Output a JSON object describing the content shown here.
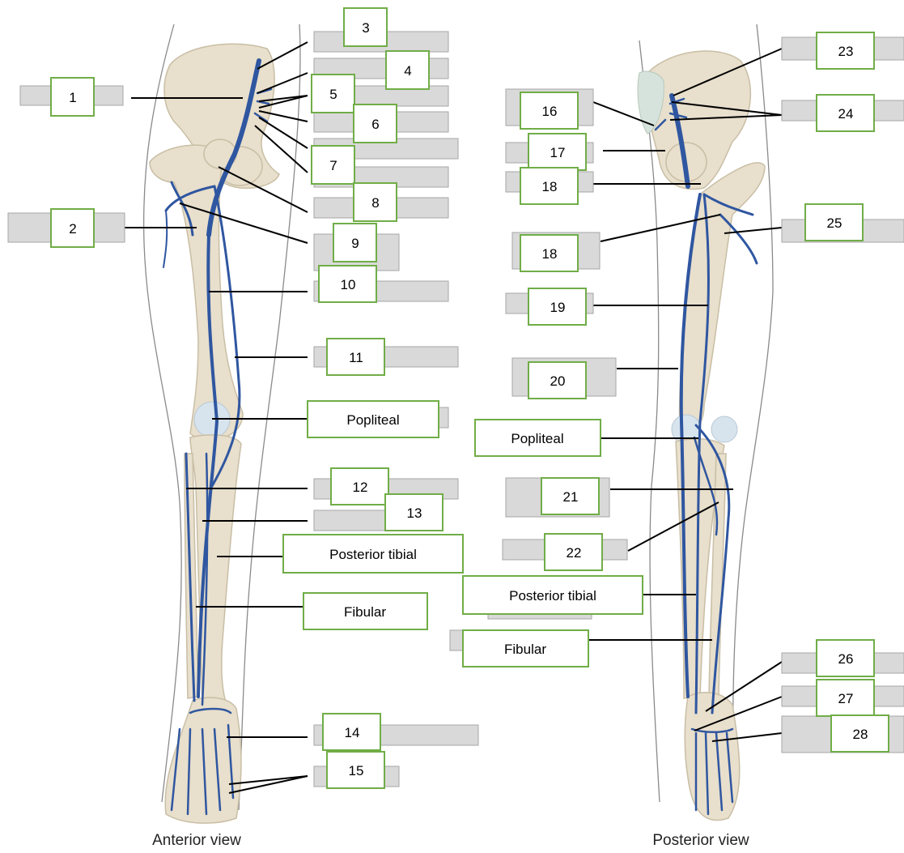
{
  "views": {
    "anterior": "Anterior view",
    "posterior": "Posterior view"
  },
  "labels": {
    "n1": "1",
    "n2": "2",
    "n3": "3",
    "n4": "4",
    "n5": "5",
    "n6": "6",
    "n7": "7",
    "n8": "8",
    "n9": "9",
    "n10": "10",
    "n11": "11",
    "n12": "12",
    "n13": "13",
    "n14": "14",
    "n15": "15",
    "n16": "16",
    "n17": "17",
    "n18a": "18",
    "n18b": "18",
    "n19": "19",
    "n20": "20",
    "n21": "21",
    "n22": "22",
    "n23": "23",
    "n24": "24",
    "n25": "25",
    "n26": "26",
    "n27": "27",
    "n28": "28",
    "popliteal_a": "Popliteal",
    "posterior_tibial_a": "Posterior tibial",
    "fibular_a": "Fibular",
    "popliteal_p": "Popliteal",
    "posterior_tibial_p": "Posterior tibial",
    "fibular_p": "Fibular"
  },
  "colors": {
    "vein": "#2f56a0",
    "bone": "#e8dfcc",
    "label_border": "#70ad47",
    "answer_box": "#d9d9d9"
  }
}
